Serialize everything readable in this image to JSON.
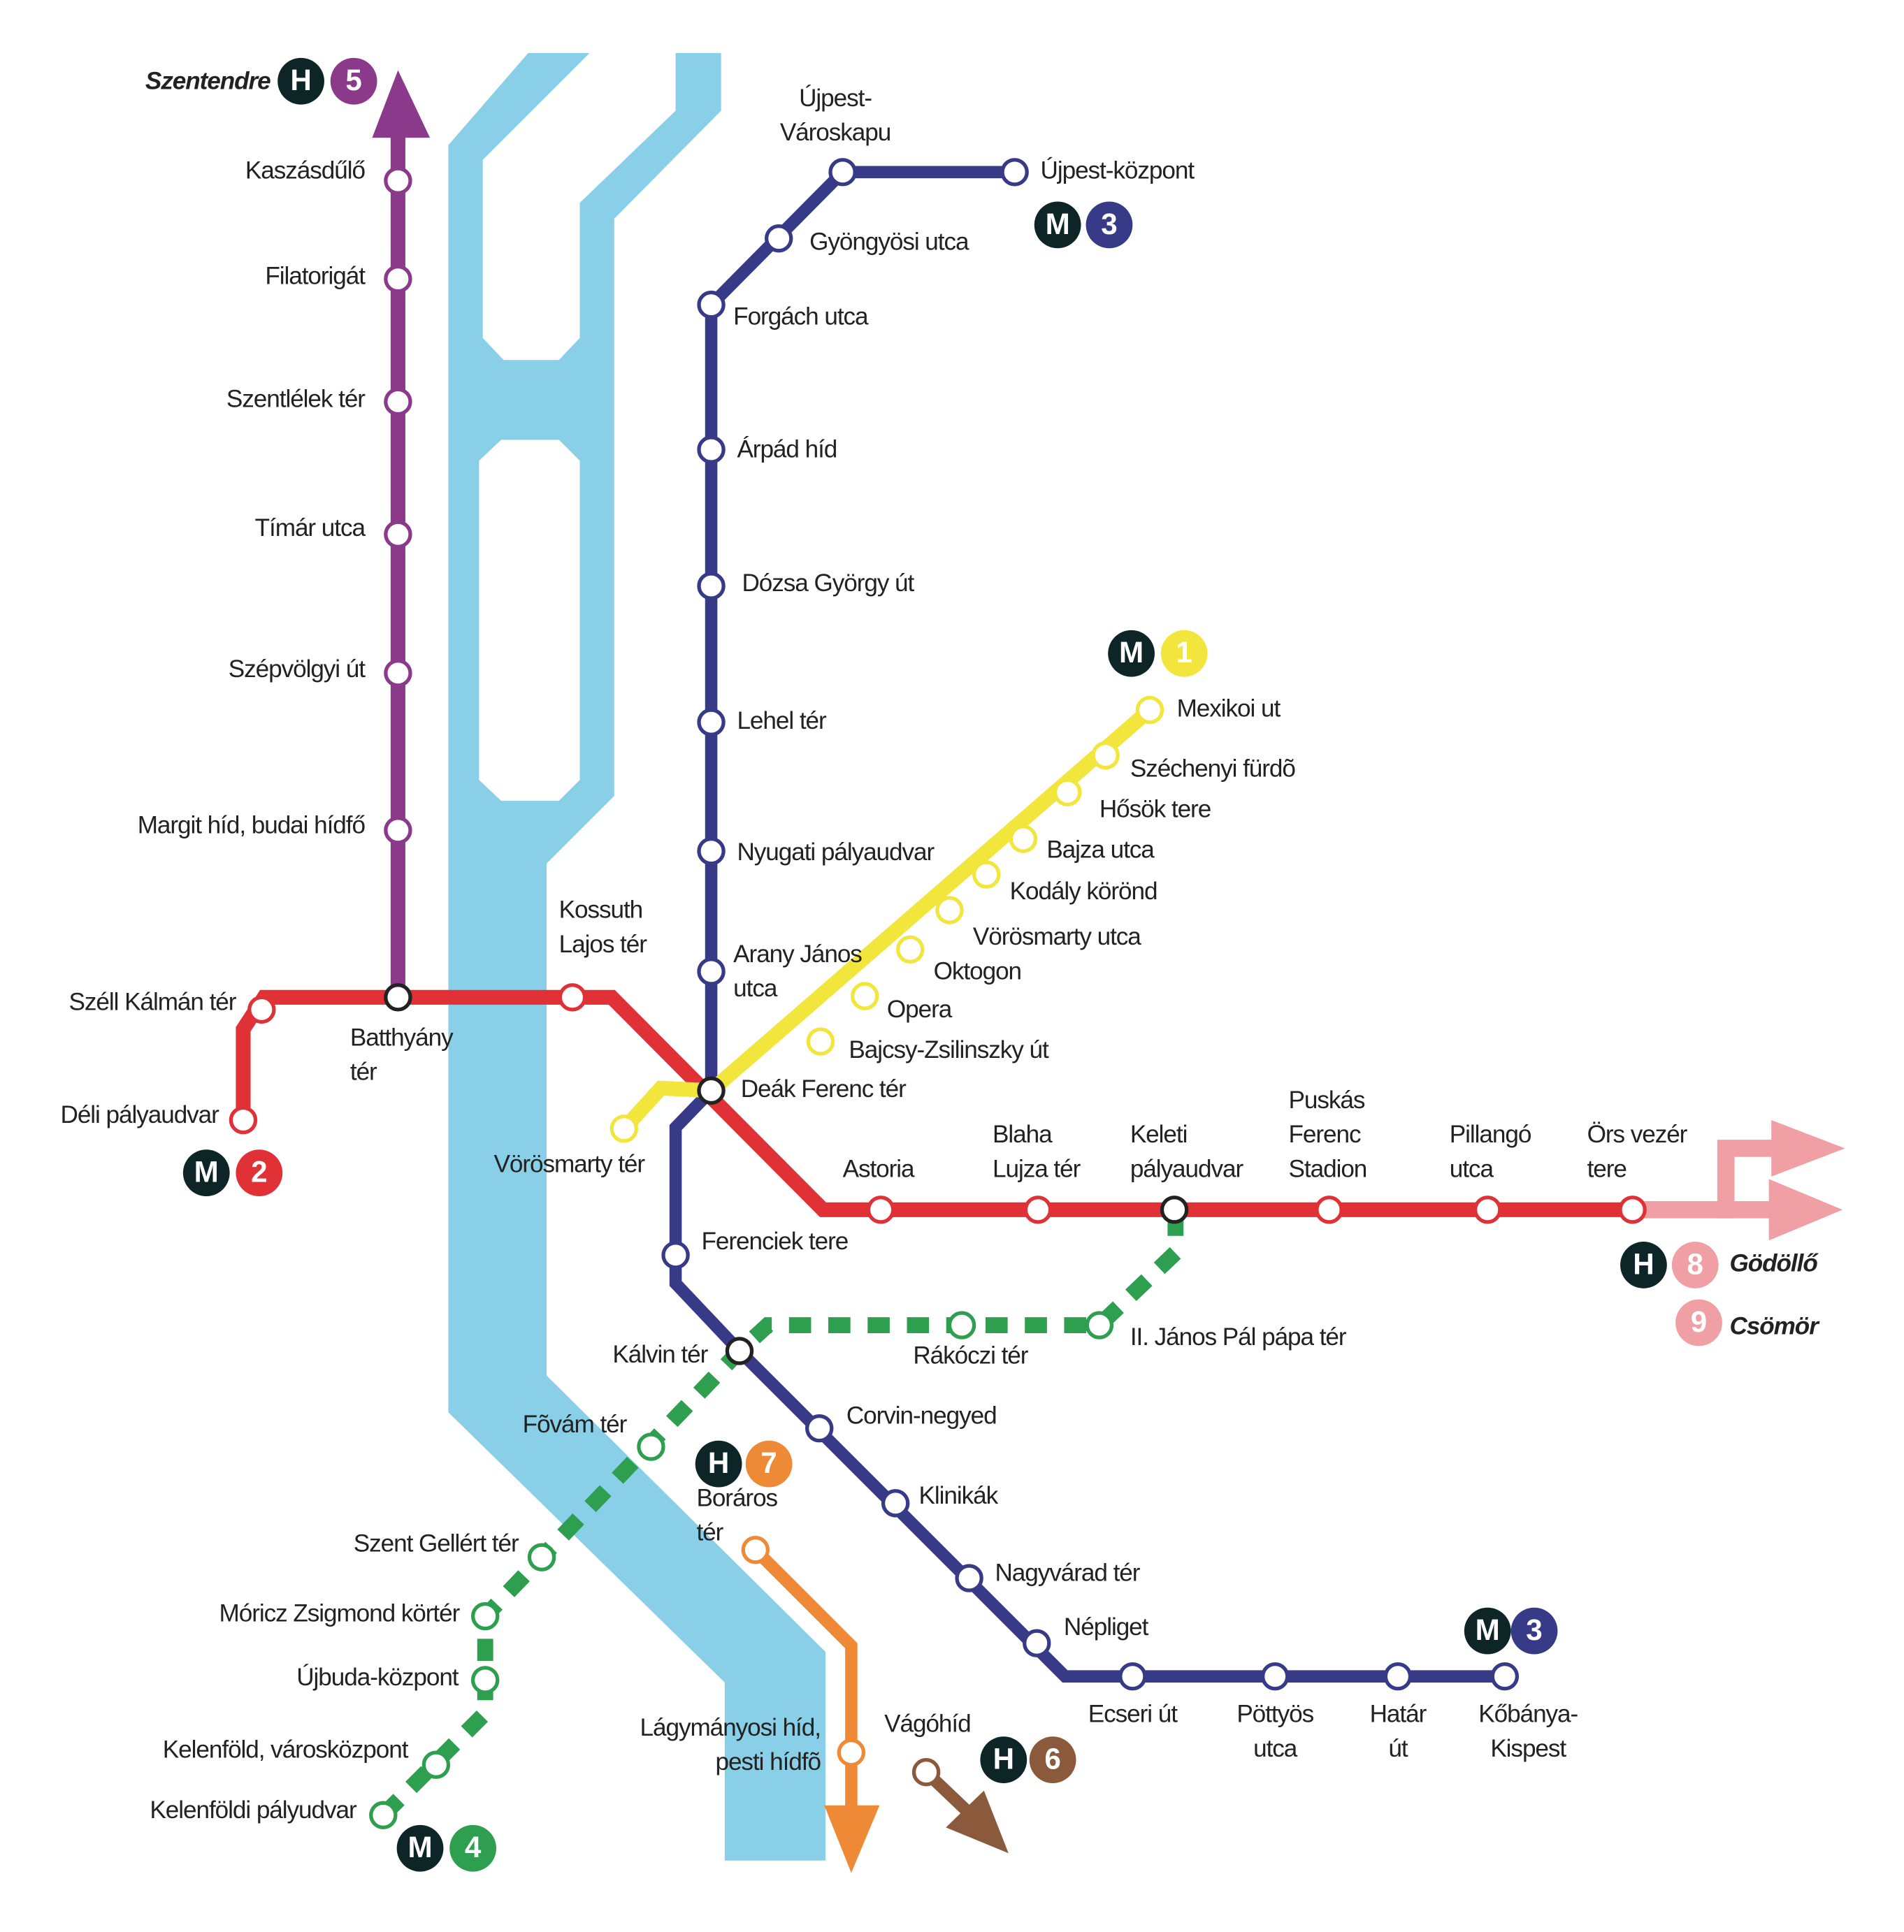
{
  "colors": {
    "river": "#8ACFE8",
    "m1": "#F2E53C",
    "m2": "#E03236",
    "m3": "#363A87",
    "m4": "#2E9E4F",
    "h5": "#8B3A8B",
    "h6": "#8B5A3C",
    "h7": "#EE8A35",
    "h8h9": "#F0A0A5",
    "badge_dark": "#0E2528",
    "interchange": "#222222"
  },
  "badges": {
    "h5": {
      "type": "H",
      "number": "5",
      "destination": "Szentendre"
    },
    "m2": {
      "type": "M",
      "number": "2"
    },
    "m3_north": {
      "type": "M",
      "number": "3"
    },
    "m3_south": {
      "type": "M",
      "number": "3"
    },
    "m1": {
      "type": "M",
      "number": "1"
    },
    "m4": {
      "type": "M",
      "number": "4"
    },
    "h7": {
      "type": "H",
      "number": "7"
    },
    "h6": {
      "type": "H",
      "number": "6"
    },
    "h8": {
      "type": "H",
      "number": "8",
      "destination": "Gödöllő"
    },
    "h9": {
      "number": "9",
      "destination": "Csömör"
    }
  },
  "lines": {
    "h5": {
      "stations": [
        {
          "label": [
            "Kaszásdűlő"
          ]
        },
        {
          "label": [
            "Filatorigát"
          ]
        },
        {
          "label": [
            "Szentlélek tér"
          ]
        },
        {
          "label": [
            "Tímár utca"
          ]
        },
        {
          "label": [
            "Szépvölgyi út"
          ]
        },
        {
          "label": [
            "Margit híd, budai hídfő"
          ]
        }
      ]
    },
    "m2": {
      "stations": [
        {
          "label": [
            "Déli pályaudvar"
          ]
        },
        {
          "label": [
            "Széll Kálmán tér"
          ]
        },
        {
          "label": [
            "Batthyány",
            "tér"
          ]
        },
        {
          "label": [
            "Kossuth",
            "Lajos tér"
          ]
        },
        {
          "label": [
            "Astoria"
          ]
        },
        {
          "label": [
            "Blaha",
            "Lujza tér"
          ]
        },
        {
          "label": [
            "Keleti",
            "pályaudvar"
          ]
        },
        {
          "label": [
            "Puskás",
            "Ferenc",
            "Stadion"
          ]
        },
        {
          "label": [
            "Pillangó",
            "utca"
          ]
        },
        {
          "label": [
            "Örs vezér",
            "tere"
          ]
        }
      ]
    },
    "m3": {
      "stations": [
        {
          "label": [
            "Újpest-központ"
          ]
        },
        {
          "label": [
            "Újpest-",
            "Városkapu"
          ]
        },
        {
          "label": [
            "Gyöngyösi utca"
          ]
        },
        {
          "label": [
            "Forgách utca"
          ]
        },
        {
          "label": [
            "Árpád híd"
          ]
        },
        {
          "label": [
            "Dózsa György út"
          ]
        },
        {
          "label": [
            "Lehel tér"
          ]
        },
        {
          "label": [
            "Nyugati pályaudvar"
          ]
        },
        {
          "label": [
            "Arany János",
            "utca"
          ]
        },
        {
          "label": [
            "Deák Ferenc tér"
          ]
        },
        {
          "label": [
            "Ferenciek tere"
          ]
        },
        {
          "label": [
            "Kálvin tér"
          ]
        },
        {
          "label": [
            "Corvin-negyed"
          ]
        },
        {
          "label": [
            "Klinikák"
          ]
        },
        {
          "label": [
            "Nagyvárad tér"
          ]
        },
        {
          "label": [
            "Népliget"
          ]
        },
        {
          "label": [
            "Ecseri út"
          ]
        },
        {
          "label": [
            "Pöttyös",
            "utca"
          ]
        },
        {
          "label": [
            "Határ",
            "út"
          ]
        },
        {
          "label": [
            "Kőbánya-",
            "Kispest"
          ]
        }
      ]
    },
    "m1": {
      "stations": [
        {
          "label": [
            "Vörösmarty tér"
          ]
        },
        {
          "label": [
            "Bajcsy-Zsilinszky út"
          ]
        },
        {
          "label": [
            "Opera"
          ]
        },
        {
          "label": [
            "Oktogon"
          ]
        },
        {
          "label": [
            "Vörösmarty utca"
          ]
        },
        {
          "label": [
            "Kodály körönd"
          ]
        },
        {
          "label": [
            "Bajza utca"
          ]
        },
        {
          "label": [
            "Hősök tere"
          ]
        },
        {
          "label": [
            "Széchenyi fürdõ"
          ]
        },
        {
          "label": [
            "Mexikoi ut"
          ]
        }
      ]
    },
    "m4": {
      "stations": [
        {
          "label": [
            "Kelenföldi pályudvar"
          ]
        },
        {
          "label": [
            "Kelenföld, városközpont"
          ]
        },
        {
          "label": [
            "Újbuda-központ"
          ]
        },
        {
          "label": [
            "Móricz Zsigmond körtér"
          ]
        },
        {
          "label": [
            "Szent Gellért tér"
          ]
        },
        {
          "label": [
            "Fõvám tér"
          ]
        },
        {
          "label": [
            "Rákóczi tér"
          ]
        },
        {
          "label": [
            "II. János Pál pápa tér"
          ]
        }
      ]
    },
    "h7": {
      "stations": [
        {
          "label": [
            "Boráros",
            "tér"
          ]
        },
        {
          "label": [
            "Lágymányosi híd,",
            "pesti hídfõ"
          ]
        }
      ]
    },
    "h6": {
      "stations": [
        {
          "label": [
            "Vágóhíd"
          ]
        }
      ]
    }
  }
}
